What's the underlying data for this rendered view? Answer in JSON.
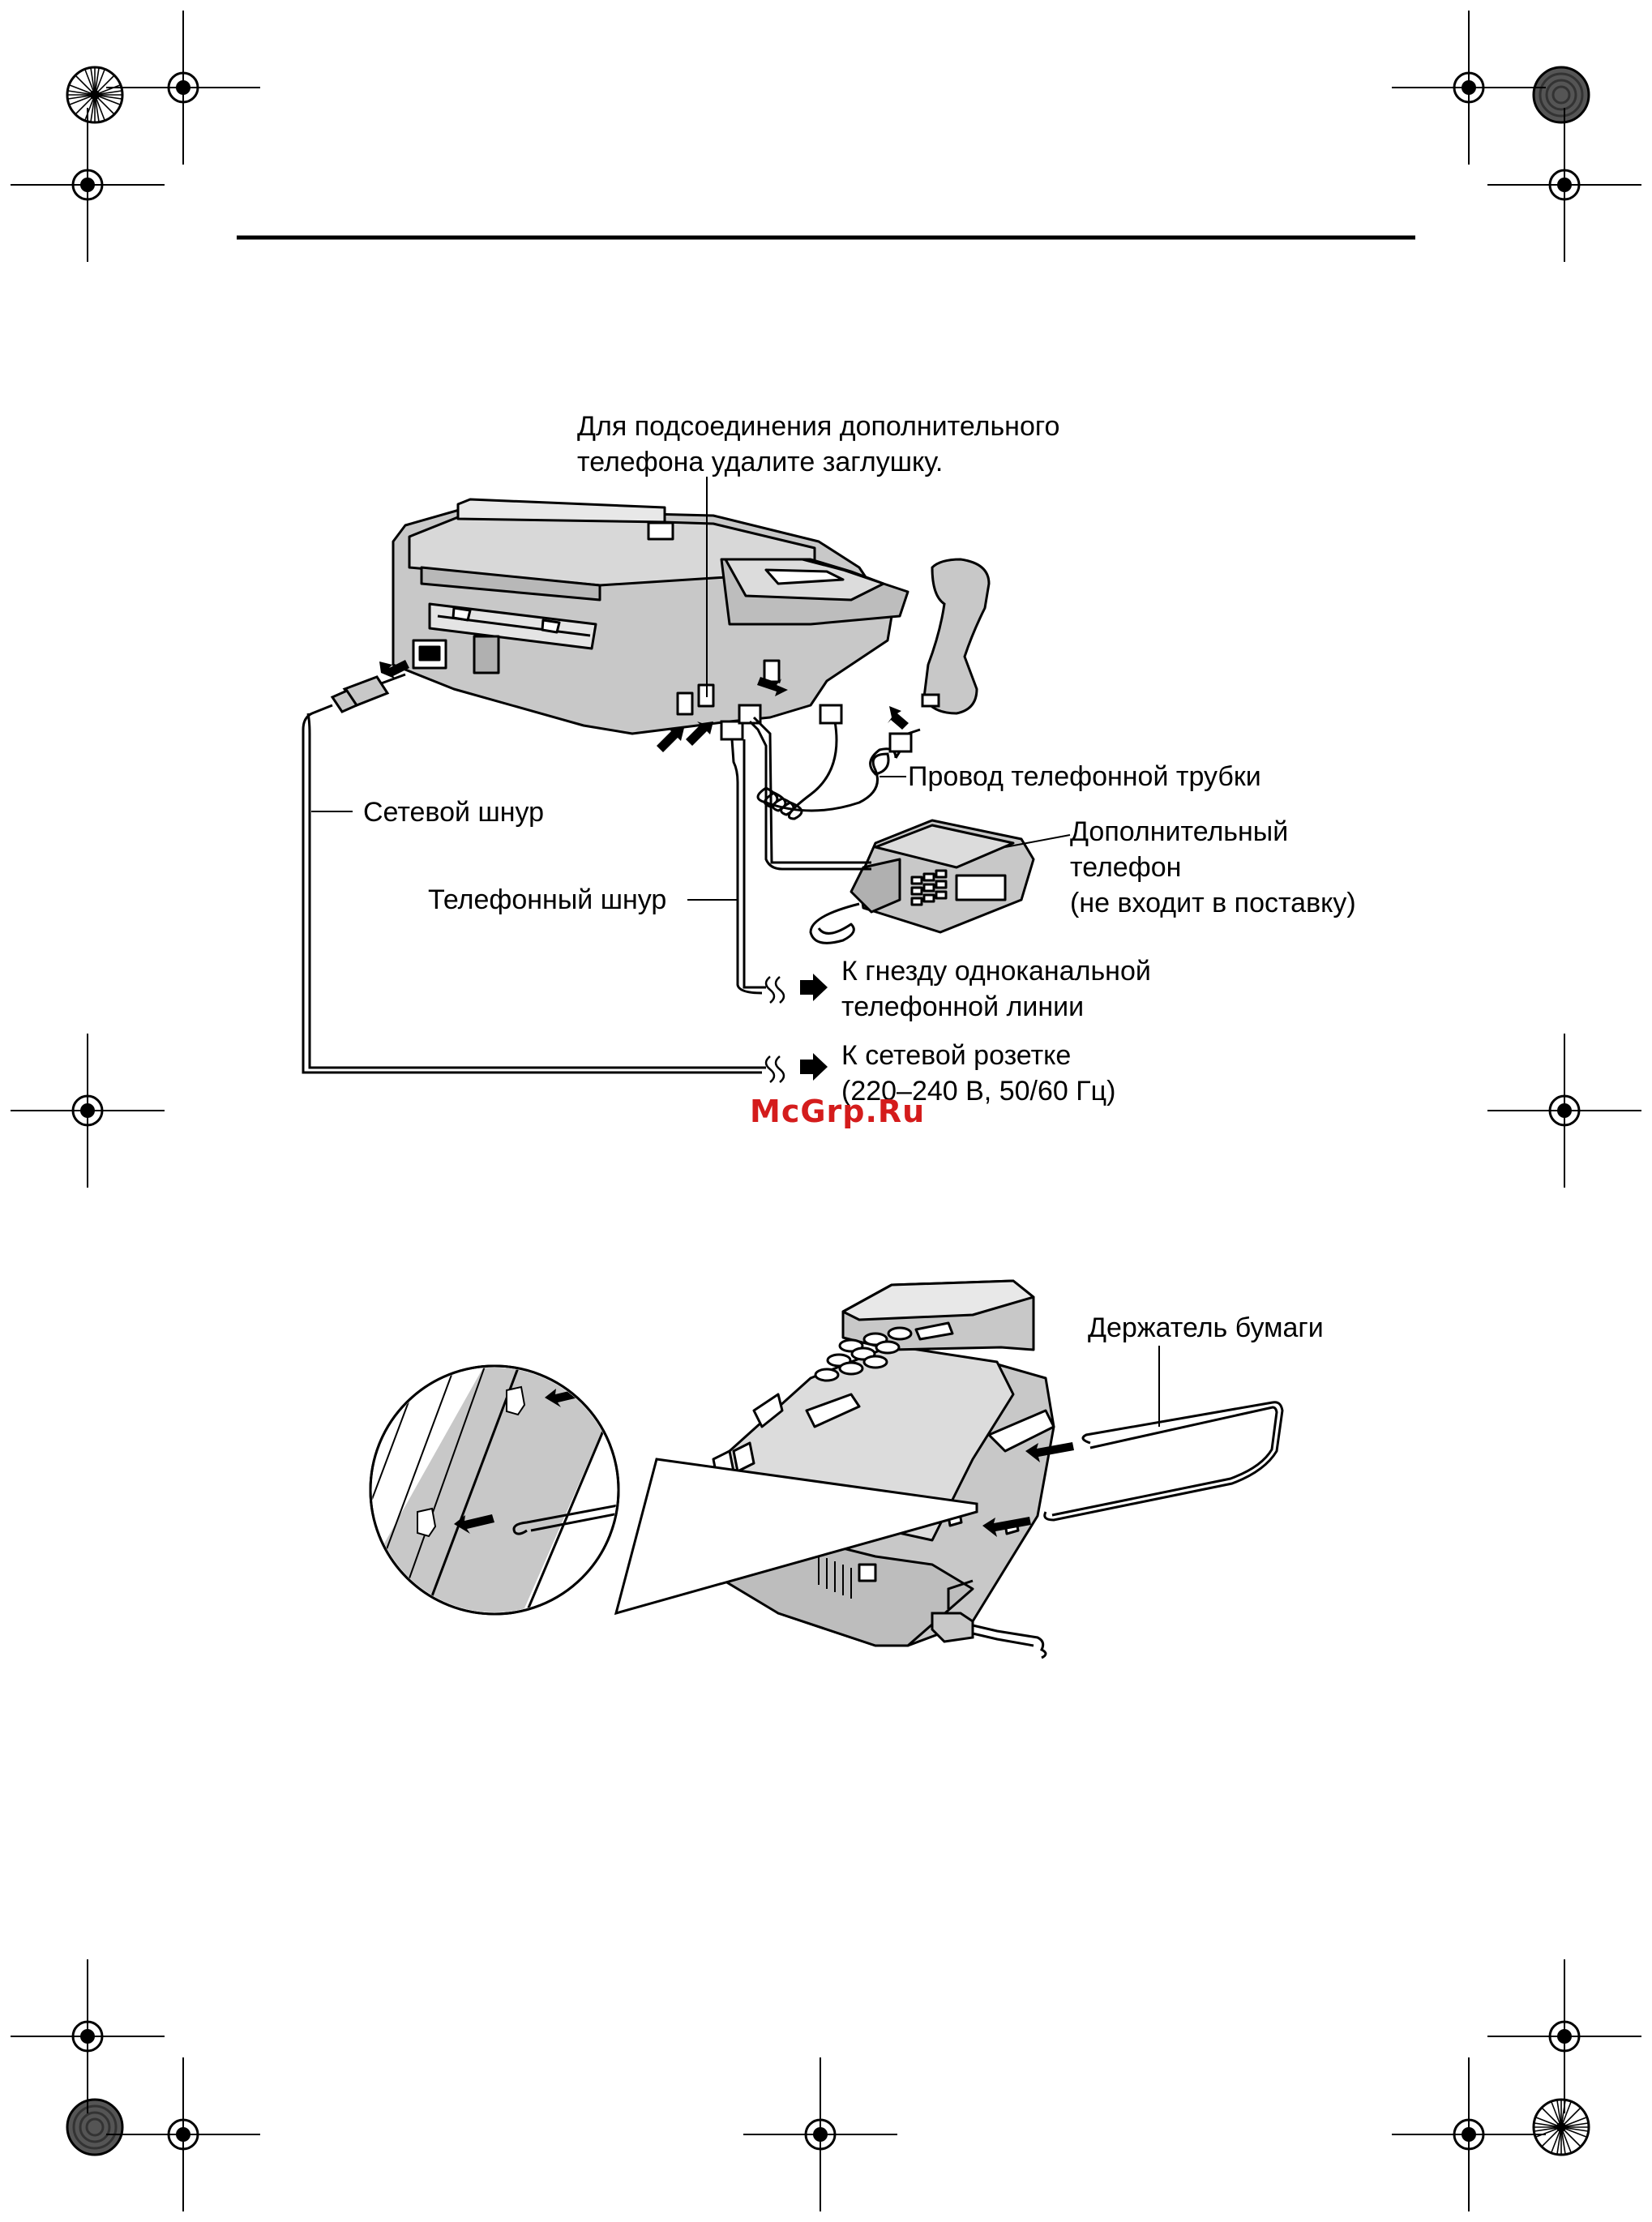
{
  "figure1": {
    "note_plug": [
      "Для подсоединения дополнительного",
      "телефона удалите заглушку."
    ],
    "handset_cord": "Провод телефонной трубки",
    "power_cord": "Сетевой шнур",
    "phone_cord": "Телефонный шнур",
    "extension_phone": [
      "Дополнительный",
      "телефон",
      "(не входит в поставку)"
    ],
    "to_line": [
      "К гнезду одноканальной",
      "телефонной линии"
    ],
    "to_outlet": [
      "К сетевой розетке",
      "(220–240 В, 50/60 Гц)"
    ]
  },
  "watermark": "McGrp.Ru",
  "figure2": {
    "paper_holder": "Держатель бумаги"
  },
  "colors": {
    "ink": "#000000",
    "fill": "#c8c8c8",
    "watermark": "#d41c1c"
  }
}
